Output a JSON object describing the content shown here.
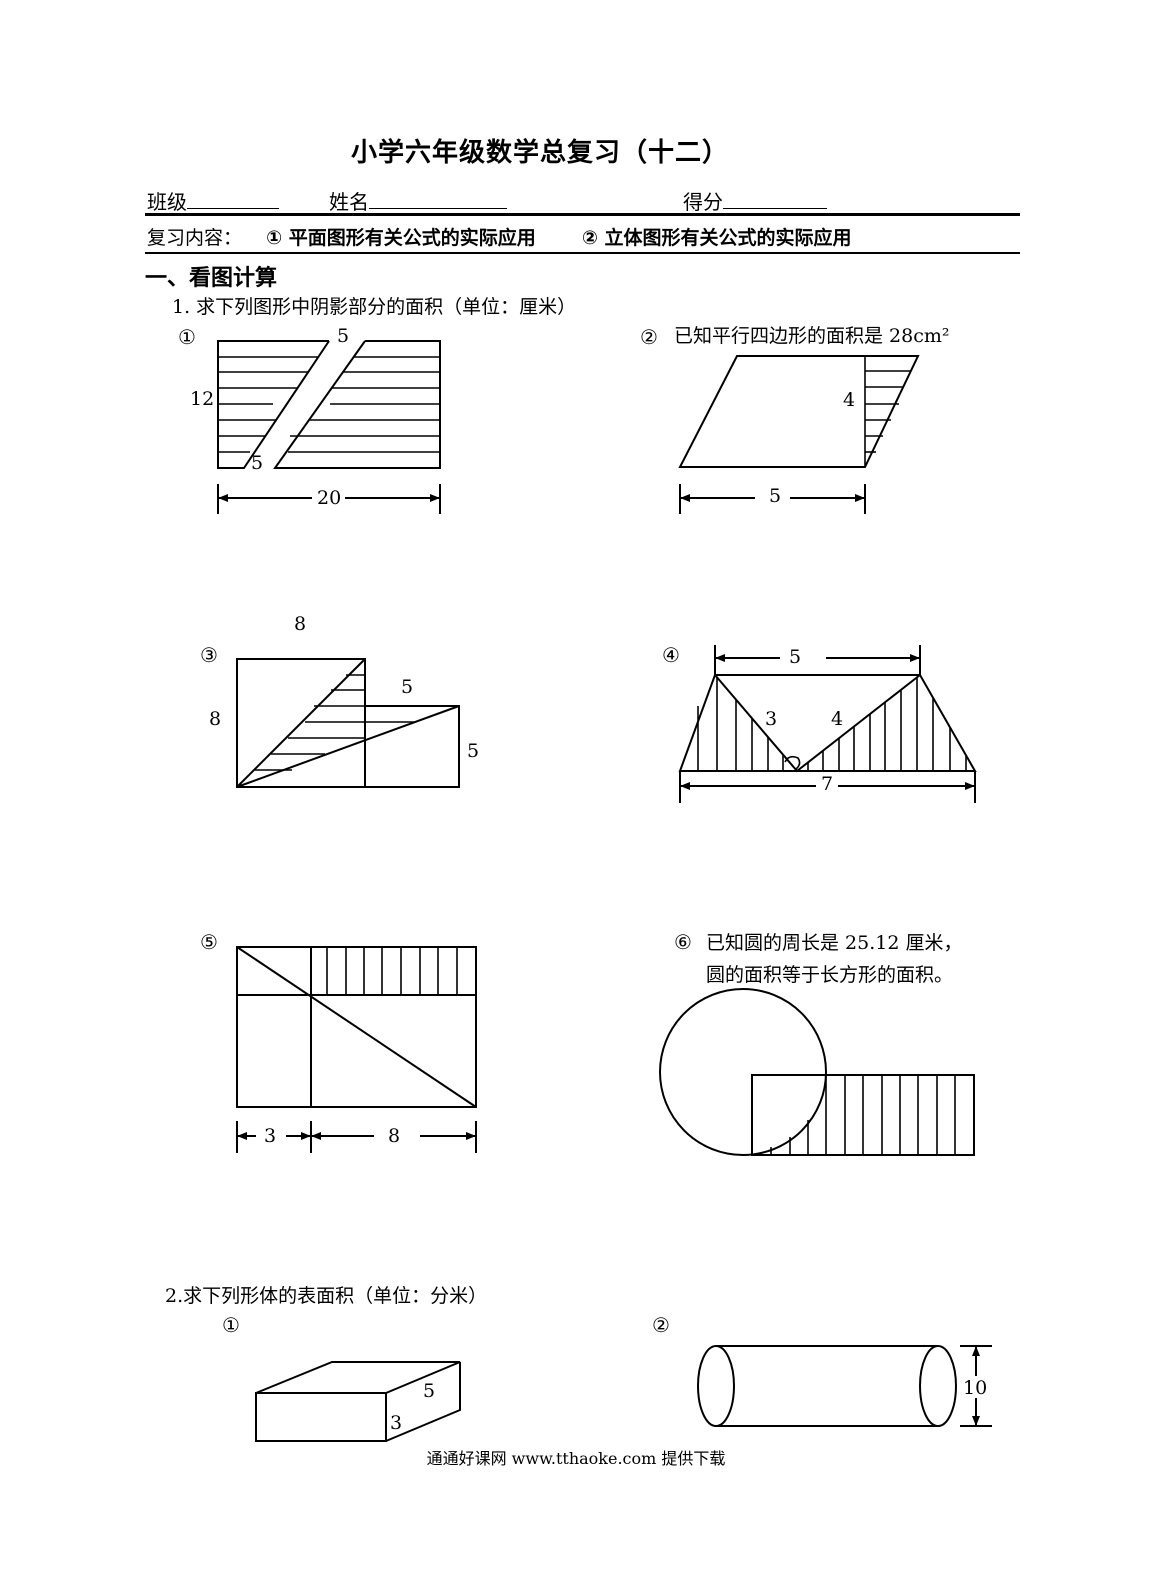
{
  "title": "小学六年级数学总复习（十二）",
  "header": {
    "class_label": "班级",
    "name_label": "姓名",
    "score_label": "得分"
  },
  "review": {
    "label": "复习内容：",
    "item1": "① 平面图形有关公式的实际应用",
    "item2": "② 立体图形有关公式的实际应用"
  },
  "section1": {
    "heading": "一、看图计算",
    "q1": "1. 求下列图形中阴影部分的面积（单位：厘米）",
    "q2": "2.求下列形体的表面积（单位：分米）"
  },
  "figures": {
    "f1": {
      "num": "①",
      "top": "5",
      "left": "12",
      "bottom": "5",
      "width": "20"
    },
    "f2": {
      "num": "②",
      "caption": "已知平行四边形的面积是 28cm²",
      "height": "4",
      "base": "5"
    },
    "f3": {
      "num": "③",
      "top": "8",
      "left": "8",
      "mid": "5",
      "right": "5"
    },
    "f4": {
      "num": "④",
      "top": "5",
      "a": "3",
      "b": "4",
      "bottom": "7"
    },
    "f5": {
      "num": "⑤",
      "a": "3",
      "b": "8"
    },
    "f6": {
      "num": "⑥",
      "line1": "已知圆的周长是 25.12 厘米，",
      "line2": "圆的面积等于长方形的面积。"
    },
    "s1": {
      "num": "①",
      "depth": "5",
      "height": "3"
    },
    "s2": {
      "num": "②",
      "height": "10"
    }
  },
  "footer": "通通好课网 www.tthaoke.com 提供下载"
}
